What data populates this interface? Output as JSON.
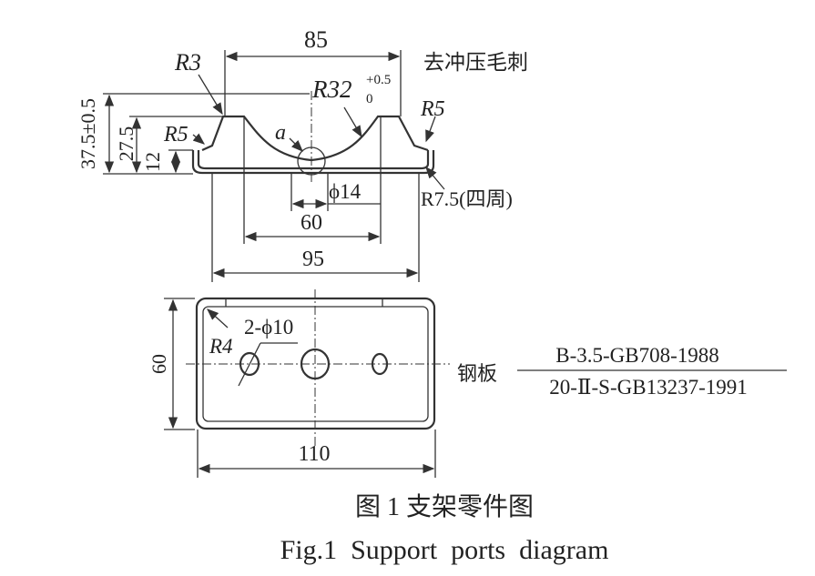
{
  "side_view": {
    "dim_85": "85",
    "r3": "R3",
    "note_deburr": "去冲压毛刺",
    "r32": "R32",
    "r32_tol_upper": "+0.5",
    "r32_tol_lower": "0",
    "dim_37_5": "37.5±0.5",
    "dim_27_5": "27.5",
    "dim_12": "12",
    "r5_left": "R5",
    "label_a": "a",
    "r5_right": "R5",
    "r7_5": "R7.5(四周)",
    "phi14": "ϕ14",
    "dim_60": "60",
    "dim_95": "95"
  },
  "top_view": {
    "r4": "R4",
    "holes": "2-ϕ10",
    "dim_60": "60",
    "dim_110": "110",
    "material_label": "钢板",
    "material_numerator": "B-3.5-GB708-1988",
    "material_denominator": "20-Ⅱ-S-GB13237-1991"
  },
  "caption": {
    "cn": "图 1  支架零件图",
    "en": "Fig.1  Support  ports  diagram"
  }
}
